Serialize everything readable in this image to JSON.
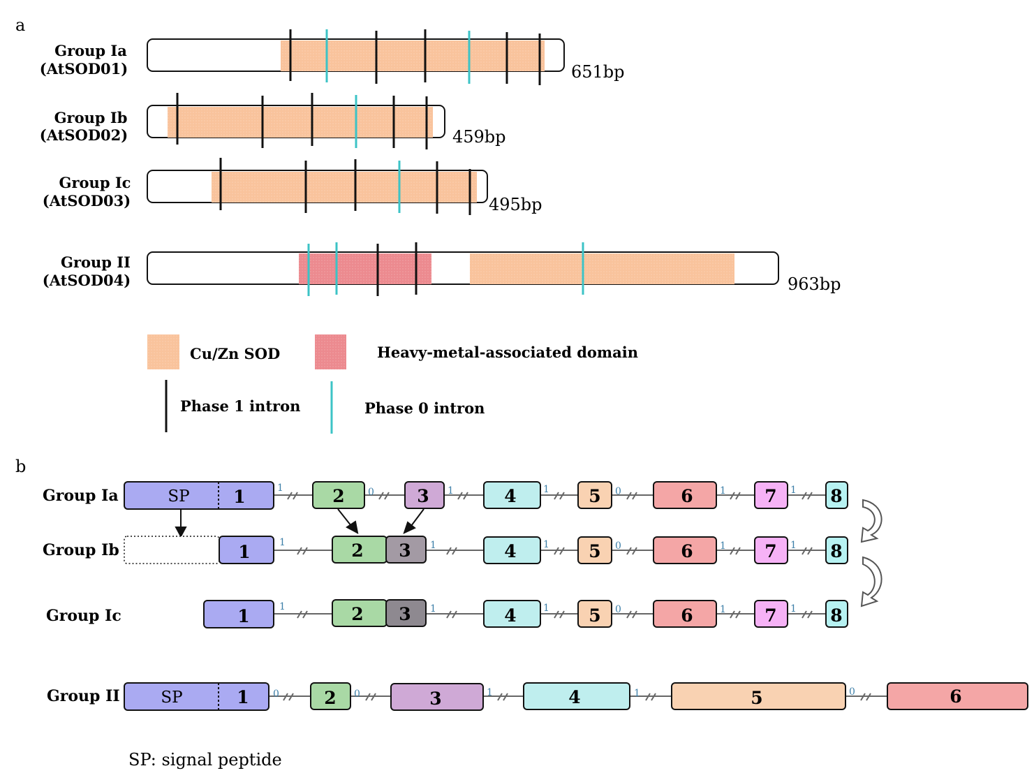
{
  "panel_a": {
    "label": "a",
    "genes": [
      {
        "group": "Group Ia",
        "gene": "(AtSOD01)",
        "length": "651bp"
      },
      {
        "group": "Group Ib",
        "gene": "(AtSOD02)",
        "length": "459bp"
      },
      {
        "group": "Group Ic",
        "gene": "(AtSOD03)",
        "length": "495bp"
      },
      {
        "group": "Group II",
        "gene": "(AtSOD04)",
        "length": "963bp"
      }
    ],
    "legend": {
      "cuzn": "Cu/Zn SOD",
      "hma": "Heavy-metal-associated domain",
      "phase1": "Phase 1 intron",
      "phase0": "Phase 0 intron"
    }
  },
  "panel_b": {
    "label": "b",
    "groups": [
      {
        "name": "Group Ia",
        "exons": [
          "SP",
          "1",
          "2",
          "3",
          "4",
          "5",
          "6",
          "7",
          "8"
        ],
        "intron_phases": [
          "1",
          "0",
          "1",
          "1",
          "0",
          "1",
          "1"
        ]
      },
      {
        "name": "Group Ib",
        "exons": [
          "1",
          "2",
          "3",
          "4",
          "5",
          "6",
          "7",
          "8"
        ],
        "intron_phases": [
          "1",
          "1",
          "1",
          "0",
          "1",
          "1"
        ]
      },
      {
        "name": "Group Ic",
        "exons": [
          "1",
          "2",
          "3",
          "4",
          "5",
          "6",
          "7",
          "8"
        ],
        "intron_phases": [
          "1",
          "1",
          "1",
          "0",
          "1",
          "1"
        ]
      },
      {
        "name": "Group II",
        "exons": [
          "SP",
          "1",
          "2",
          "3",
          "4",
          "5",
          "6"
        ],
        "intron_phases": [
          "0",
          "0",
          "1",
          "1",
          "0"
        ]
      }
    ],
    "footnote": "SP: signal peptide"
  },
  "colors": {
    "cuzn": "#f9c39c",
    "hma": "#ec8a8f",
    "phase1": "#111111",
    "phase0": "#3cc3c6",
    "exon1": "#aaaaf2",
    "exon2": "#a9d9a5",
    "exon3": "#cfa9d6",
    "exon3_dark": "#a39aa4",
    "exon4": "#bfeeee",
    "exon5": "#f9d2b2",
    "exon6": "#f4a6a6",
    "exon7": "#f6b2f6",
    "exon8": "#b7f2f2"
  }
}
